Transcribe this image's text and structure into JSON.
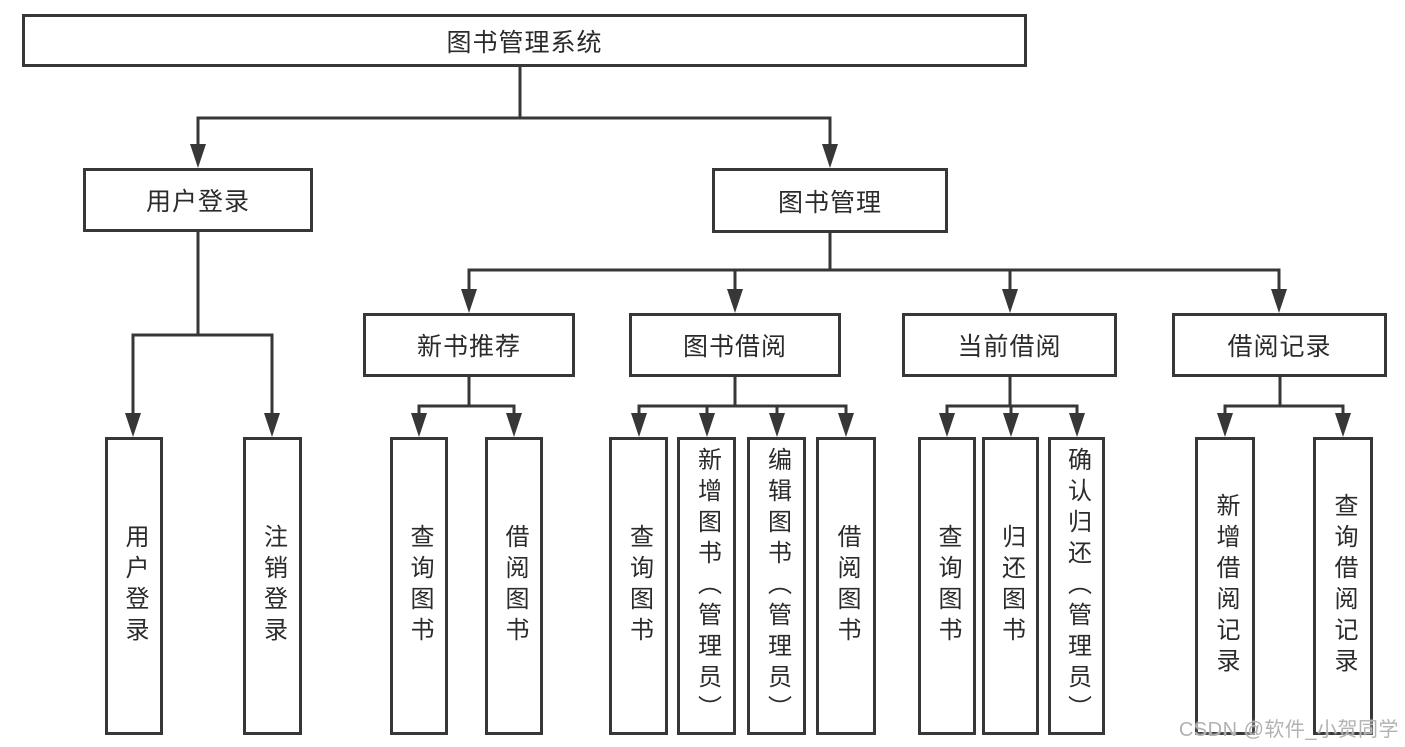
{
  "colors": {
    "line": "#373737",
    "text": "#2b2b2b",
    "box_background": "#ffffff",
    "watermark": "#b2b2b2"
  },
  "tree": {
    "root": {
      "label": "图书管理系统"
    },
    "children": [
      {
        "label": "用户登录",
        "children": [
          {
            "label": "用户登录"
          },
          {
            "label": "注销登录"
          }
        ]
      },
      {
        "label": "图书管理",
        "children": [
          {
            "label": "新书推荐",
            "children": [
              {
                "label": "查询图书"
              },
              {
                "label": "借阅图书"
              }
            ]
          },
          {
            "label": "图书借阅",
            "children": [
              {
                "label": "查询图书"
              },
              {
                "label": "新增图书（管理员）"
              },
              {
                "label": "编辑图书（管理员）"
              },
              {
                "label": "借阅图书"
              }
            ]
          },
          {
            "label": "当前借阅",
            "children": [
              {
                "label": "查询图书"
              },
              {
                "label": "归还图书"
              },
              {
                "label": "确认归还（管理员）"
              }
            ]
          },
          {
            "label": "借阅记录",
            "children": [
              {
                "label": "新增借阅记录"
              },
              {
                "label": "查询借阅记录"
              }
            ]
          }
        ]
      }
    ]
  },
  "watermark": {
    "text": "CSDN @软件_小贺同学"
  }
}
